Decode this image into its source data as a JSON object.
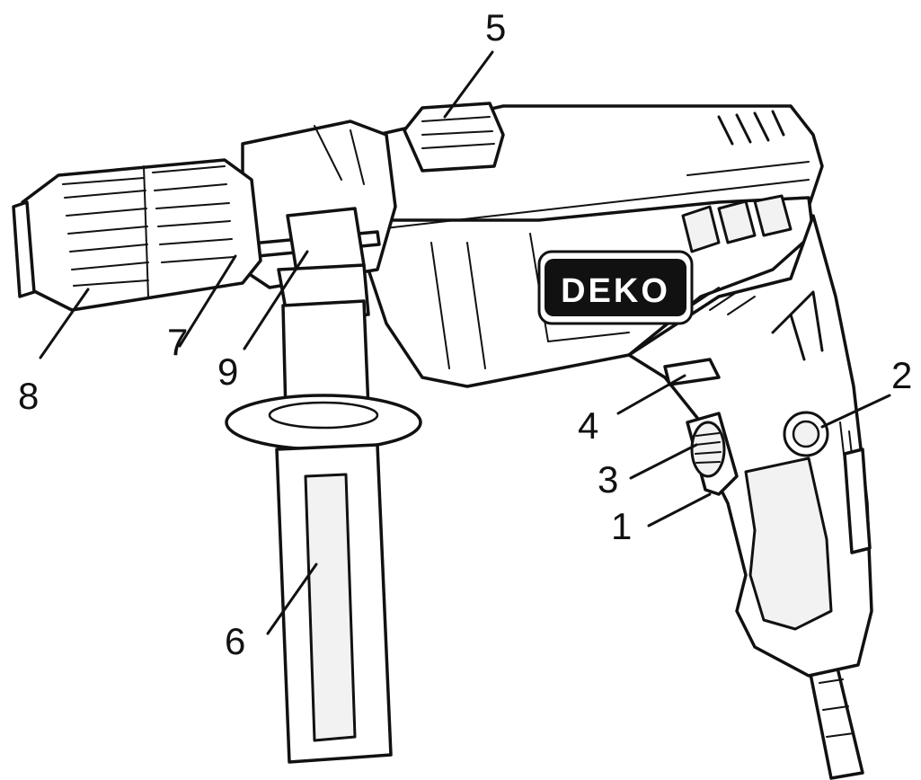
{
  "brand": {
    "logo_text": "DEKO"
  },
  "callouts": [
    {
      "id": "1",
      "label": "1"
    },
    {
      "id": "2",
      "label": "2"
    },
    {
      "id": "3",
      "label": "3"
    },
    {
      "id": "4",
      "label": "4"
    },
    {
      "id": "5",
      "label": "5"
    },
    {
      "id": "6",
      "label": "6"
    },
    {
      "id": "7",
      "label": "7"
    },
    {
      "id": "8",
      "label": "8"
    },
    {
      "id": "9",
      "label": "9"
    }
  ]
}
